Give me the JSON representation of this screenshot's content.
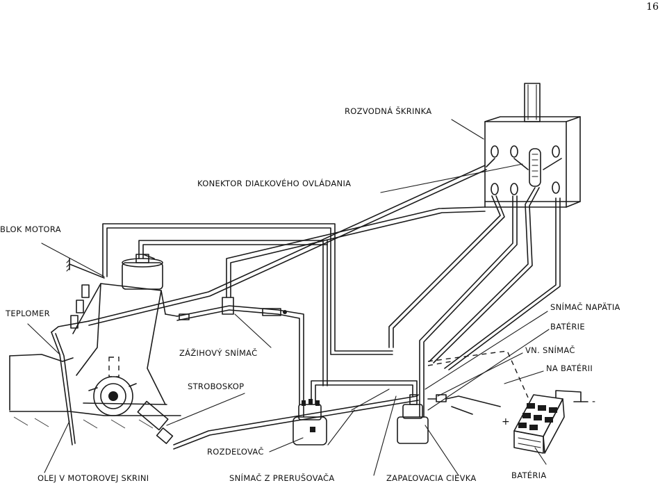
{
  "page_number": "16",
  "labels": {
    "rozvodna_skrinka": "ROZVODNÁ ŠKRINKA",
    "konektor": "KONEKTOR DIAĽKOVÉHO OVLÁDANIA",
    "blok_motora": "BLOK MOTORA",
    "teplomer": "TEPLOMER",
    "zazihovy_snimac": "ZÁŽIHOVÝ SNÍMAČ",
    "stroboskop": "STROBOSKOP",
    "snimac_napatia": "SNÍMAČ NAPÄTIA",
    "baterie": "BATÉRIE",
    "vn_snimac": "VN. SNÍMAČ",
    "na_baterii": "NA BATÉRII",
    "rozdelovac": "ROZDEĽOVAČ",
    "olej": "OLEJ V MOTOROVEJ SKRINI",
    "snimac_prerusovaca": "SNÍMAČ Z PRERUŠOVAČA",
    "zapalovacia_cievka": "ZAPAĽOVACIA CIEVKA",
    "bateria": "BATÉRIA"
  },
  "battery_terminals": {
    "plus": "+",
    "minus": "-"
  }
}
